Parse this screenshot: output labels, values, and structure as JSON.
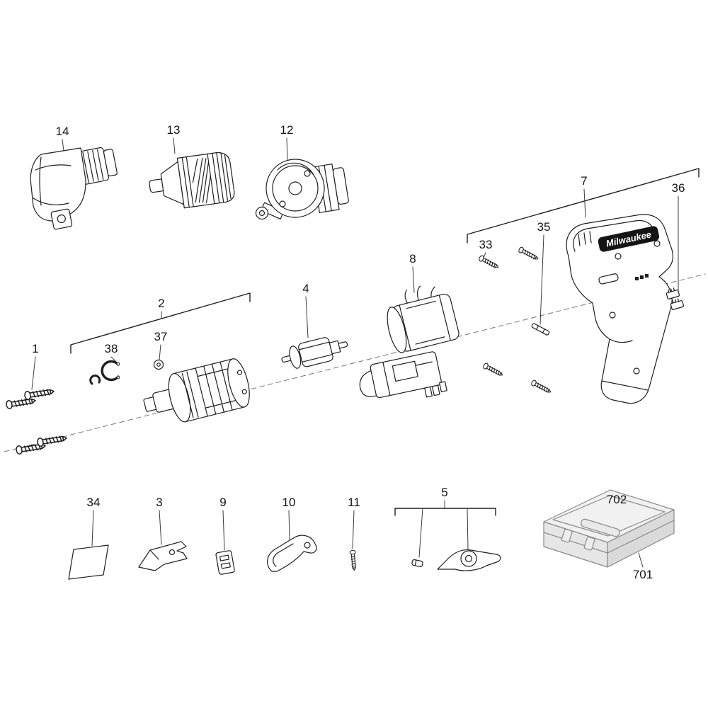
{
  "diagram": {
    "brand": "Milwaukee",
    "colors": {
      "background": "#ffffff",
      "line": "#1f1f1f",
      "leader": "#3a3a3a",
      "brand_band": "#141414",
      "brand_text": "#ffffff",
      "case_fill": "#ededed"
    },
    "labels": {
      "p1": "1",
      "p2": "2",
      "p3": "3",
      "p4": "4",
      "p5": "5",
      "p7": "7",
      "p8": "8",
      "p9": "9",
      "p10": "10",
      "p11": "11",
      "p12": "12",
      "p13": "13",
      "p14": "14",
      "p33": "33",
      "p34": "34",
      "p35": "35",
      "p36": "36",
      "p37": "37",
      "p38": "38",
      "p701": "701",
      "p702": "702"
    }
  }
}
